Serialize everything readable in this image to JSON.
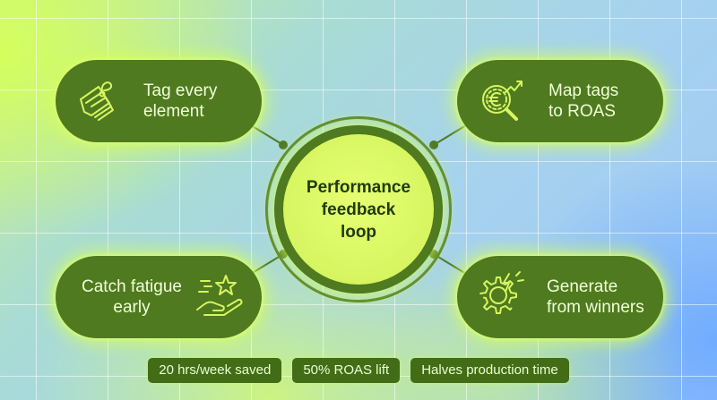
{
  "hub": {
    "title": "Performance\nfeedback\nloop"
  },
  "nodes": [
    {
      "label": "Tag every\nelement",
      "icon": "tags-icon"
    },
    {
      "label": "Map tags\nto ROAS",
      "icon": "euro-magnifier-trend-icon"
    },
    {
      "label": "Catch fatigue\nearly",
      "icon": "hand-star-icon"
    },
    {
      "label": "Generate\nfrom winners",
      "icon": "gear-spark-icon"
    }
  ],
  "stats": [
    {
      "label": "20 hrs/week saved"
    },
    {
      "label": "50% ROAS lift"
    },
    {
      "label": "Halves production time"
    }
  ],
  "colors": {
    "pill": "#4f7a1f",
    "hub_core": "#d6f560",
    "icon_stroke": "#d6f560",
    "text_light": "#f1ffd9",
    "hub_text": "#1f3a0c"
  }
}
